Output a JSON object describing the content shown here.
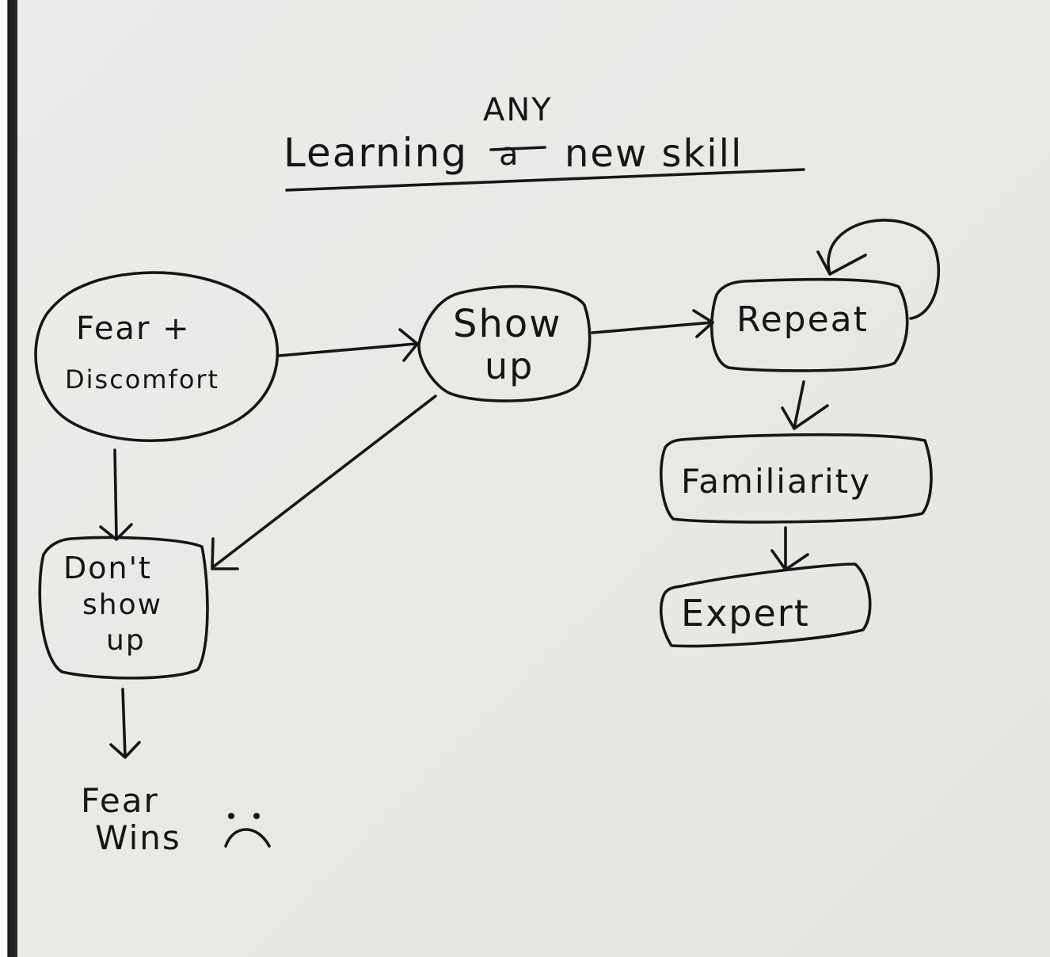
{
  "title": {
    "inserted_word": "ANY",
    "struck_word": "a",
    "words_before": "Learning",
    "words_after": "new skill"
  },
  "nodes": {
    "fear_discomfort": [
      "Fear +",
      "Discomfort"
    ],
    "show_up": [
      "Show",
      "up"
    ],
    "repeat": [
      "Repeat"
    ],
    "familiarity": [
      "Familiarity"
    ],
    "expert": [
      "Expert"
    ],
    "dont_show_up": [
      "Don't",
      "show",
      "up"
    ],
    "fear_wins": [
      "Fear",
      "Wins"
    ]
  },
  "emoticon": "sad-face-icon",
  "ink_color": "#161616",
  "paper_color": "#e9eae7"
}
